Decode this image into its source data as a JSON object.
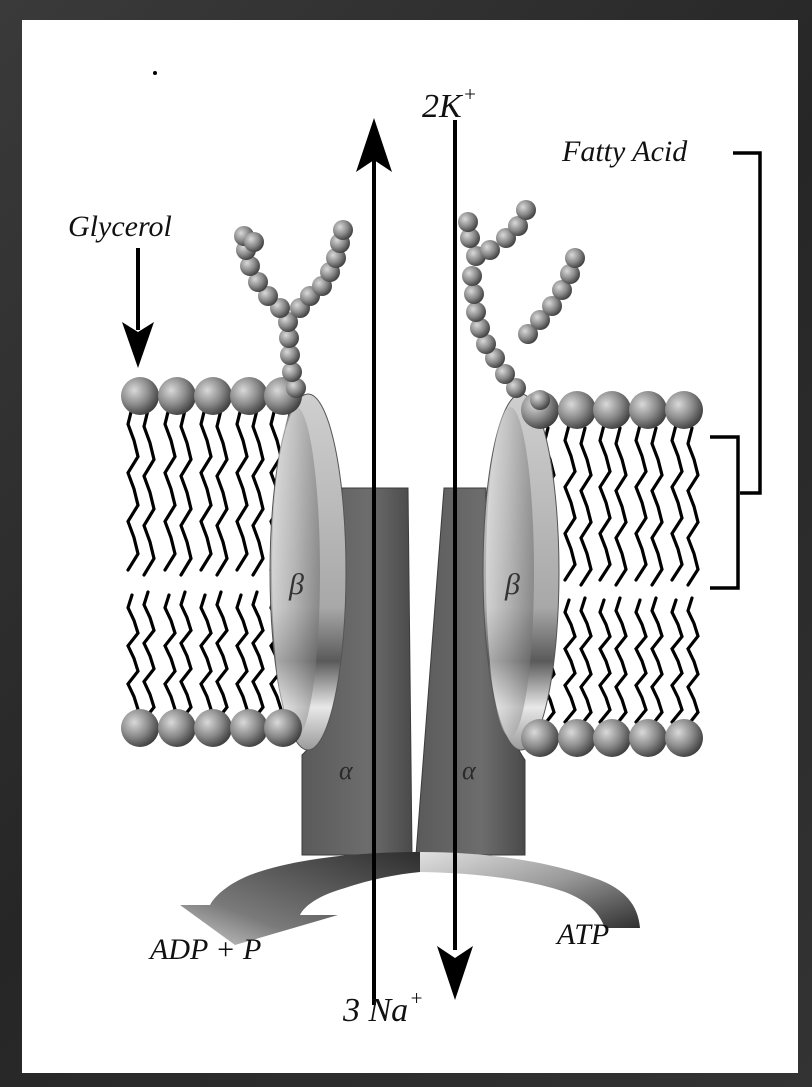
{
  "labels": {
    "potassium": {
      "base": "2K",
      "sup": "+"
    },
    "sodium": {
      "base": "3 Na",
      "sup": "+"
    },
    "fatty_acid": "Fatty Acid",
    "glycerol": "Glycerol",
    "adp": "ADP + P",
    "atp": "ATP",
    "alpha": "α",
    "beta": "β"
  }
}
